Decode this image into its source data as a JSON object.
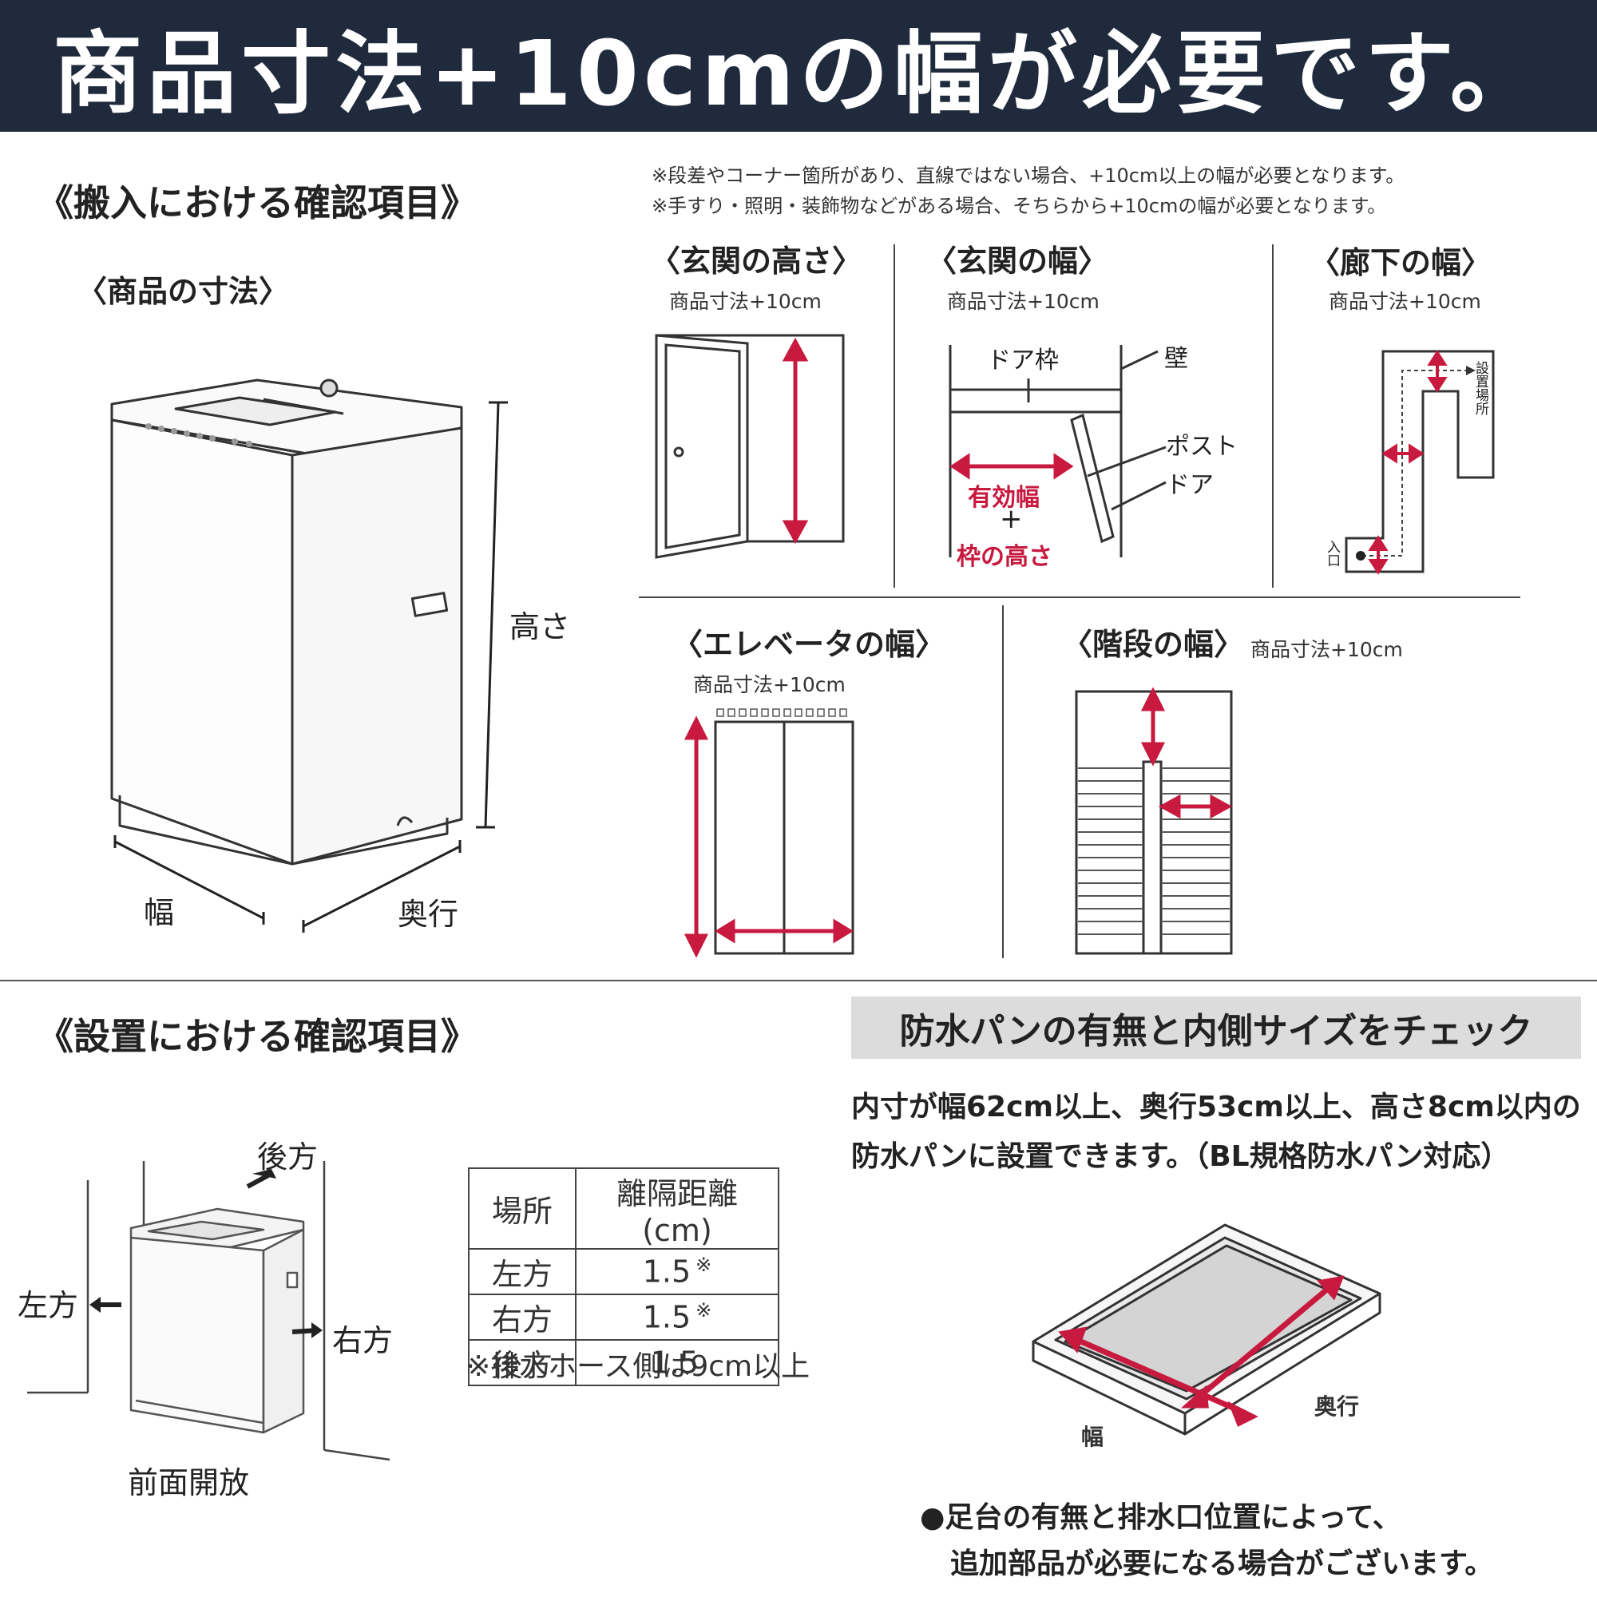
{
  "banner": {
    "title": "商品寸法+10cmの幅が必要です。"
  },
  "delivery": {
    "heading": "《搬入における確認項目》",
    "product": {
      "subheading": "〈商品の寸法〉",
      "height_label": "高さ",
      "width_label": "幅",
      "depth_label": "奥行"
    },
    "notes": [
      "※段差やコーナー箇所があり、直線ではない場合、+10cm以上の幅が必要となります。",
      "※手すり・照明・装飾物などがある場合、そちらから+10cmの幅が必要となります。"
    ],
    "entrance_height": {
      "title": "〈玄関の高さ〉",
      "note": "商品寸法+10cm"
    },
    "entrance_width": {
      "title": "〈玄関の幅〉",
      "note": "商品寸法+10cm",
      "door_frame": "ドア枠",
      "wall": "壁",
      "post": "ポスト",
      "door": "ドア",
      "effective_width": "有効幅",
      "plus": "+",
      "frame_height": "枠の高さ"
    },
    "hallway": {
      "title": "〈廊下の幅〉",
      "note": "商品寸法+10cm",
      "install_place": "設置場所",
      "entrance": "入口"
    },
    "elevator": {
      "title": "〈エレベータの幅〉",
      "note": "商品寸法+10cm"
    },
    "stairs": {
      "title": "〈階段の幅〉",
      "note": "商品寸法+10cm"
    }
  },
  "installation": {
    "heading": "《設置における確認項目》",
    "labels": {
      "back": "後方",
      "left": "左方",
      "right": "右方",
      "front": "前面開放"
    },
    "table": {
      "headers": [
        "場所",
        "離隔距離(cm)"
      ],
      "rows": [
        {
          "place": "左方",
          "distance": "1.5",
          "mark": "※"
        },
        {
          "place": "右方",
          "distance": "1.5",
          "mark": "※"
        },
        {
          "place": "後方",
          "distance": "1.5",
          "mark": ""
        }
      ],
      "footnote": "※排水ホース側は9cm以上"
    }
  },
  "pan": {
    "title": "防水パンの有無と内側サイズをチェック",
    "desc_line1": "内寸が幅62cm以上、奥行53cm以上、高さ8cm以内の",
    "desc_line2": "防水パンに設置できます。（BL規格防水パン対応）",
    "width_label": "幅",
    "depth_label": "奥行",
    "foot_line1": "●足台の有無と排水口位置によって、",
    "foot_line2": "追加部品が必要になる場合がございます。"
  },
  "colors": {
    "banner_bg": "#1f2a3d",
    "accent_red": "#c8193f",
    "pan_box_bg": "#dcdcdc"
  },
  "icons": [
    "washing-machine-icon",
    "door-icon",
    "elevator-icon",
    "stairs-icon",
    "waterproof-pan-icon"
  ]
}
